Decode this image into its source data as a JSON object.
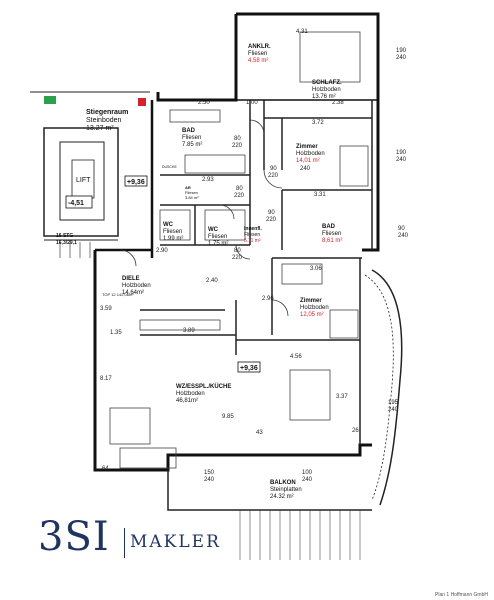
{
  "rooms": [
    {
      "id": "anklr",
      "name": "ANKLR.",
      "floor": "Fliesen",
      "area": "4.58 m²",
      "red": true
    },
    {
      "id": "schlafz",
      "name": "SCHLAFZ.",
      "floor": "Holzboden",
      "area": "13.76 m²",
      "red": false
    },
    {
      "id": "stiegen",
      "name": "Stiegenraum",
      "floor": "Steinboden",
      "area": "13.27 m²",
      "red": false
    },
    {
      "id": "bad1",
      "name": "BAD",
      "floor": "Fliesen",
      "area": "7.85 m²",
      "red": false
    },
    {
      "id": "zimmer1",
      "name": "Zimmer",
      "floor": "Holzboden",
      "area": "14,01 m²",
      "red": true
    },
    {
      "id": "ar",
      "name": "AR",
      "floor": "Fliesen",
      "area": "3.84 m²",
      "red": false
    },
    {
      "id": "wc1",
      "name": "WC",
      "floor": "Fliesen",
      "area": "1.99 m²",
      "red": false
    },
    {
      "id": "wc2",
      "name": "WC",
      "floor": "Fliesen",
      "area": "1.75 m²",
      "red": false
    },
    {
      "id": "innenfl",
      "name": "Innenfl.",
      "floor": "Fliesen",
      "area": "5.11 m²",
      "red": true
    },
    {
      "id": "bad2",
      "name": "BAD",
      "floor": "Fliesen",
      "area": "8,61 m²",
      "red": true
    },
    {
      "id": "diele",
      "name": "DIELE",
      "floor": "Holzboden",
      "area": "14.64m²",
      "red": false
    },
    {
      "id": "zimmer2",
      "name": "Zimmer",
      "floor": "Holzboden",
      "area": "12,05 m²",
      "red": true
    },
    {
      "id": "wz",
      "name": "WZ/ESSPL./KÜCHE",
      "floor": "Holzboden",
      "area": "46,81m²",
      "red": false
    },
    {
      "id": "balkon",
      "name": "BALKON",
      "floor": "Steinplatten",
      "area": "24.32 m²",
      "red": false
    }
  ],
  "labels": {
    "lift": "LIFT",
    "level": "+9,36",
    "level2": "+9,36",
    "level_lift": "-4,51",
    "stg": "16 STG",
    "stg_dim": "16,3/29,1",
    "dusche": "DUSCHE",
    "top": "TOP 12 142,06m²",
    "bar_dim": "3.89"
  },
  "dims": [
    "4.31",
    "190",
    "240",
    "1.00",
    "2.50",
    "2.38",
    "3.72",
    "80",
    "220",
    "90",
    "220",
    "2.93",
    "80",
    "220",
    "3.31",
    "190",
    "240",
    "90",
    "220",
    "80",
    "220",
    "90",
    "240",
    "3.06",
    "2.40",
    "2.96",
    "3.59",
    "8.17",
    "1.35",
    "4.56",
    "3.37",
    "195",
    "240",
    "9.85",
    "26",
    "43",
    "150",
    "240",
    "100",
    "240",
    "64",
    "2.90",
    "240"
  ],
  "logo": {
    "mark": "3SI",
    "text": "MAKLER"
  },
  "footer": "Plan 1 Hoffmann GmbH"
}
